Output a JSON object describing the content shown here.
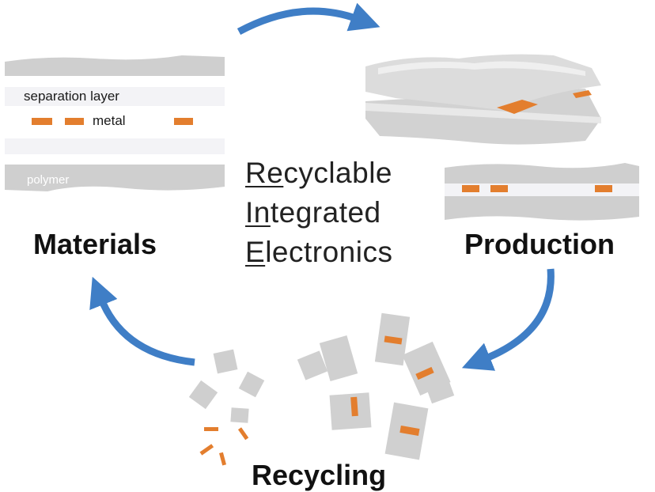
{
  "layer_labels": {
    "separation": "separation layer",
    "metal": "metal",
    "polymer": "polymer"
  },
  "stages": {
    "materials": "Materials",
    "production": "Production",
    "recycling": "Recycling"
  },
  "acronym": [
    {
      "initial": "Re",
      "rest": "cyclable"
    },
    {
      "initial": "In",
      "rest": "tegrated"
    },
    {
      "initial": "E",
      "rest": "lectronics"
    }
  ],
  "colors": {
    "arrow": "#3f7ec6",
    "metal": "#e37e2e",
    "polymer": "#cfcfcf",
    "separation": "#f3f3f6"
  }
}
